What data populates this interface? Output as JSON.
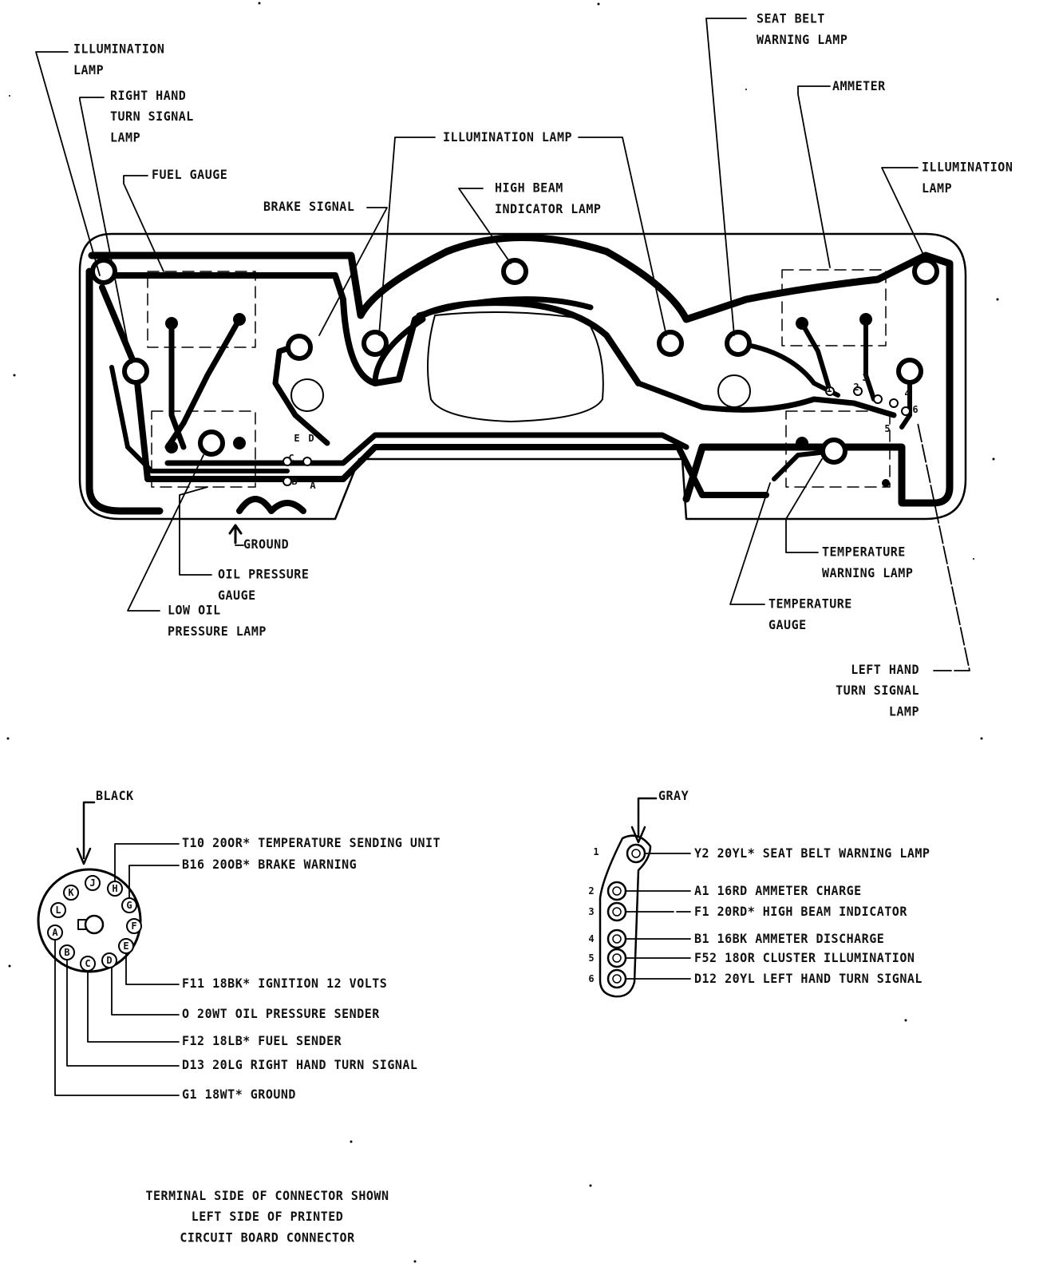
{
  "cluster_labels": {
    "illumination_lamp_left": "ILLUMINATION\nLAMP",
    "right_hand_turn_signal_lamp": "RIGHT HAND\nTURN SIGNAL\nLAMP",
    "fuel_gauge": "FUEL GAUGE",
    "brake_signal": "BRAKE SIGNAL",
    "illumination_lamp_center": "ILLUMINATION LAMP",
    "high_beam_indicator_lamp": "HIGH BEAM\nINDICATOR LAMP",
    "seat_belt_warning_lamp": "SEAT BELT\nWARNING LAMP",
    "ammeter": "AMMETER",
    "illumination_lamp_right": "ILLUMINATION\nLAMP",
    "ground": "GROUND",
    "oil_pressure_gauge": "OIL PRESSURE\nGAUGE",
    "low_oil_pressure_lamp": "LOW OIL\nPRESSURE LAMP",
    "temperature_warning_lamp": "TEMPERATURE\nWARNING LAMP",
    "temperature_gauge": "TEMPERATURE\nGAUGE",
    "left_hand_turn_signal_lamp": "LEFT HAND\nTURN SIGNAL\nLAMP"
  },
  "board_pin_letters": [
    "E",
    "D",
    "C",
    "B",
    "A"
  ],
  "board_pin_numbers": [
    "1",
    "2",
    "3",
    "4",
    "5",
    "6"
  ],
  "black_connector": {
    "color_label": "BLACK",
    "pins": [
      "K",
      "J",
      "H",
      "G",
      "F",
      "E",
      "D",
      "C",
      "B",
      "A",
      "L"
    ],
    "wires": [
      "T10 20OR* TEMPERATURE SENDING UNIT",
      "B16 20OB* BRAKE WARNING",
      "F11 18BK* IGNITION 12 VOLTS",
      "O 20WT OIL PRESSURE SENDER",
      "F12 18LB* FUEL SENDER",
      "D13 20LG RIGHT HAND TURN SIGNAL",
      "G1 18WT* GROUND"
    ]
  },
  "gray_connector": {
    "color_label": "GRAY",
    "pin_numbers": [
      "1",
      "2",
      "3",
      "4",
      "5",
      "6"
    ],
    "wires": [
      "Y2 20YL* SEAT BELT WARNING LAMP",
      "A1 16RD AMMETER CHARGE",
      "F1 20RD* HIGH BEAM INDICATOR",
      "B1 16BK AMMETER DISCHARGE",
      "F52 18OR CLUSTER ILLUMINATION",
      "D12 20YL LEFT HAND TURN SIGNAL"
    ]
  },
  "footer_note": "TERMINAL SIDE OF CONNECTOR SHOWN\nLEFT SIDE OF PRINTED\nCIRCUIT BOARD CONNECTOR"
}
